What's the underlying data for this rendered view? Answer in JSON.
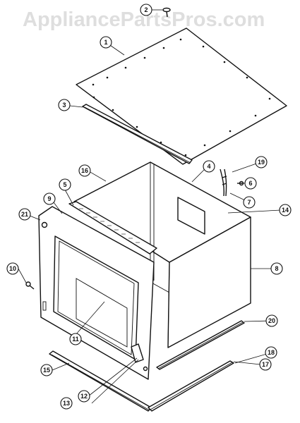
{
  "watermark": "AppliancePartsPros.com",
  "callouts": {
    "c1": "1",
    "c2": "2",
    "c3": "3",
    "c4": "4",
    "c5": "5",
    "c6": "6",
    "c7": "7",
    "c8": "8",
    "c9": "9",
    "c10": "10",
    "c11": "11",
    "c12": "12",
    "c13": "13",
    "c14": "14",
    "c15": "15",
    "c16": "16",
    "c17": "17",
    "c18": "18",
    "c19": "19",
    "c20": "20",
    "c21": "21"
  }
}
